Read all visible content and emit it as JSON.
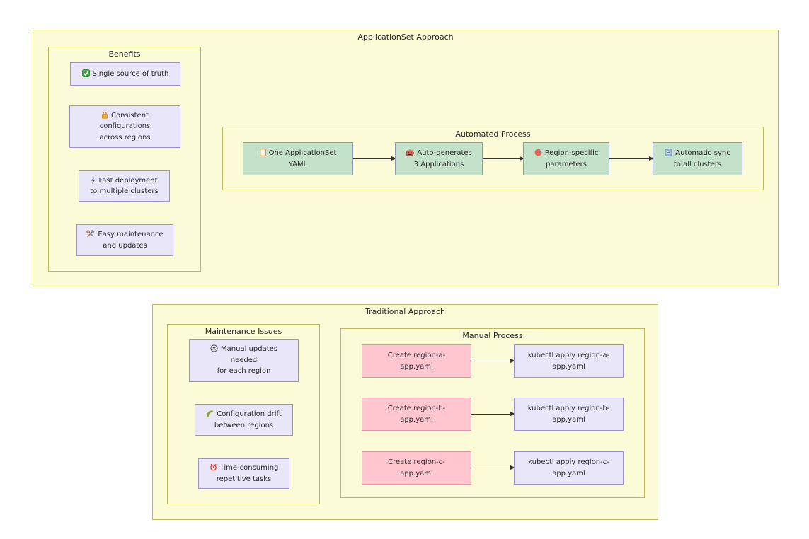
{
  "top": {
    "title": "ApplicationSet Approach",
    "benefits": {
      "title": "Benefits",
      "items": [
        {
          "icon": "check-icon",
          "text": "Single source of truth"
        },
        {
          "icon": "lock-icon",
          "text": "Consistent\nconfigurations\nacross regions"
        },
        {
          "icon": "lightning-icon",
          "text": "Fast deployment\nto multiple clusters"
        },
        {
          "icon": "tools-icon",
          "text": "Easy maintenance\nand updates"
        }
      ]
    },
    "process": {
      "title": "Automated Process",
      "steps": [
        {
          "icon": "document-icon",
          "text": "One ApplicationSet\nYAML"
        },
        {
          "icon": "robot-icon",
          "text": "Auto-generates\n3 Applications"
        },
        {
          "icon": "globe-icon",
          "text": "Region-specific\nparameters"
        },
        {
          "icon": "sync-icon",
          "text": "Automatic sync\nto all clusters"
        }
      ]
    }
  },
  "bottom": {
    "title": "Traditional Approach",
    "issues": {
      "title": "Maintenance Issues",
      "items": [
        {
          "icon": "circled-x-icon",
          "text": "Manual updates\nneeded\nfor each region"
        },
        {
          "icon": "phone-icon",
          "text": "Configuration drift\nbetween regions"
        },
        {
          "icon": "alarm-clock-icon",
          "text": "Time-consuming\nrepetitive tasks"
        }
      ]
    },
    "process": {
      "title": "Manual Process",
      "rows": [
        {
          "create": "Create region-a-\napp.yaml",
          "apply": "kubectl apply region-a-\napp.yaml"
        },
        {
          "create": "Create region-b-\napp.yaml",
          "apply": "kubectl apply region-b-\napp.yaml"
        },
        {
          "create": "Create region-c-\napp.yaml",
          "apply": "kubectl apply region-c-\napp.yaml"
        }
      ]
    }
  },
  "colors": {
    "panel_fill": "#fbfbd8",
    "panel_border": "#b9b95c",
    "benefit_fill": "#e8e6f8",
    "benefit_border": "#9a8fd0",
    "step_fill": "#c4e1c9",
    "step_border": "#9393ba",
    "create_fill": "#ffc6d0",
    "create_border": "#e291a7",
    "arrow": "#333333"
  }
}
